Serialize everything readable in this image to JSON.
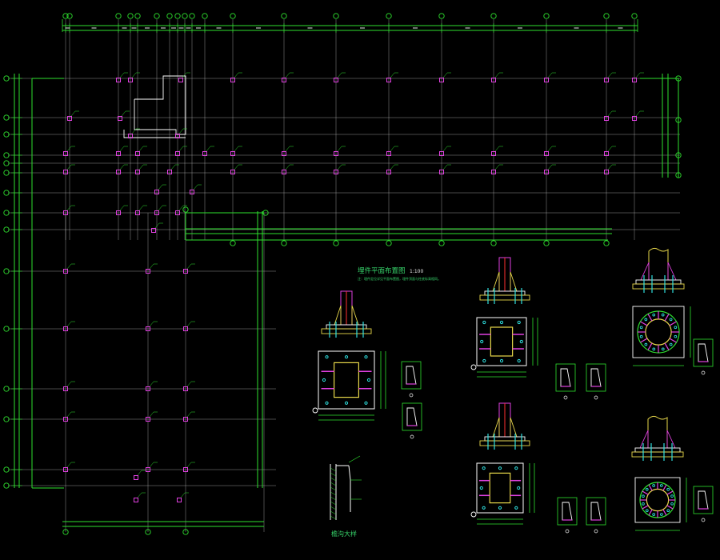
{
  "drawing": {
    "title": "埋件平面布置图",
    "scale": "1:100",
    "subtitle": "注：埋件定位详见平面布置图，埋件顶面与柱底标高相同。"
  },
  "detail": {
    "label": "檐沟大样"
  },
  "colors": {
    "background": "#000000",
    "grid_line": "#2ee02e",
    "axis_line": "#d0d0d0",
    "embed": "#e040e0",
    "text": "#e8e8e8",
    "column": "#e040e0",
    "plate": "#e8d84a",
    "bolt": "#2ee0e0",
    "weld": "#ff3030",
    "white": "#ffffff"
  },
  "icons": {
    "grid_bubble": "circle-bubble-icon",
    "embed_plate": "square-plate-icon",
    "section_marker": "section-circle-icon"
  }
}
